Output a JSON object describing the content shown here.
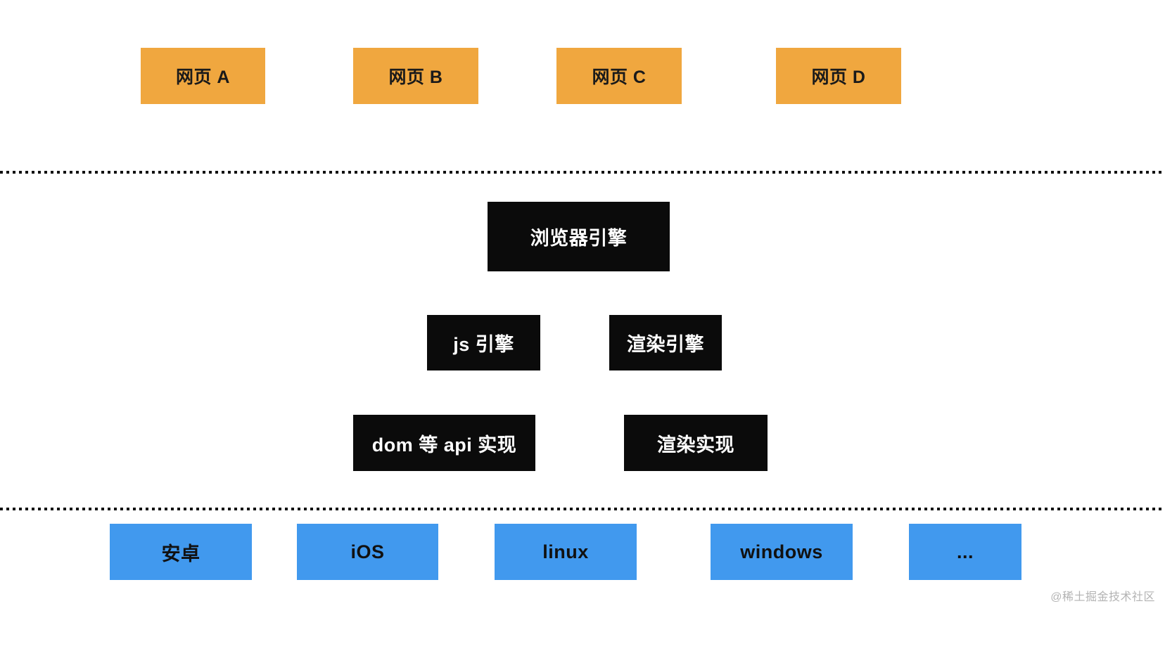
{
  "diagram": {
    "webpages": [
      {
        "label": "网页 A"
      },
      {
        "label": "网页 B"
      },
      {
        "label": "网页 C"
      },
      {
        "label": "网页 D"
      }
    ],
    "browser_engine": {
      "label": "浏览器引擎"
    },
    "engines": [
      {
        "label": "js 引擎"
      },
      {
        "label": "渲染引擎"
      }
    ],
    "implementations": [
      {
        "label": "dom 等 api 实现"
      },
      {
        "label": "渲染实现"
      }
    ],
    "platforms": [
      {
        "label": "安卓"
      },
      {
        "label": "iOS"
      },
      {
        "label": "linux"
      },
      {
        "label": "windows"
      },
      {
        "label": "..."
      }
    ],
    "watermark": "@稀土掘金技术社区",
    "colors": {
      "webpage_box": "#f0a73f",
      "engine_box": "#0b0b0b",
      "platform_box": "#4199ee",
      "background": "#ffffff",
      "divider": "#111111"
    }
  }
}
